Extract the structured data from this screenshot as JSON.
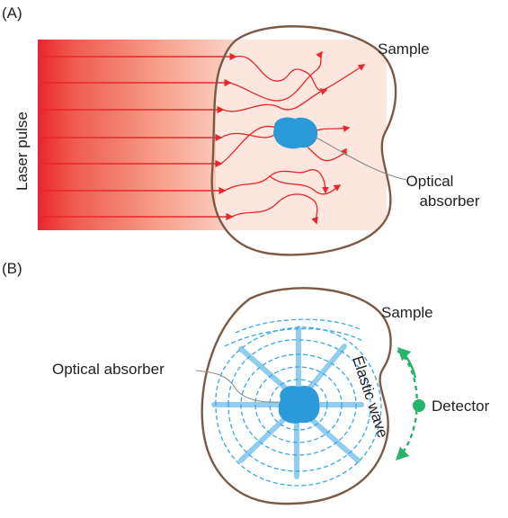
{
  "panel_a": {
    "label": "(A)",
    "laser_label": "Laser pulse",
    "sample_label": "Sample",
    "absorber_label_line1": "Optical",
    "absorber_label_line2": "absorber"
  },
  "panel_b": {
    "label": "(B)",
    "sample_label": "Sample",
    "absorber_label": "Optical absorber",
    "wave_label": "Elastic wave",
    "detector_label": "Detector"
  },
  "colors": {
    "laser": "#e8262c",
    "sample_outline": "#7b5a45",
    "absorber": "#2b9ad9",
    "wave": "#5fb6e6",
    "detector": "#27b36a"
  }
}
